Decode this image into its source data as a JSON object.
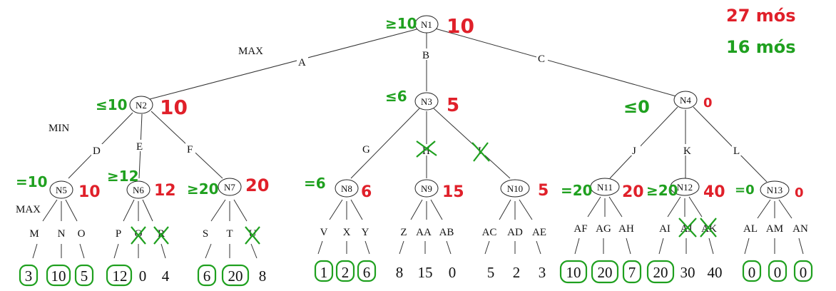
{
  "colors": {
    "annotation_red": "#e0202a",
    "annotation_green": "#1fa01f"
  },
  "levels": {
    "max_top": "MAX",
    "min": "MIN",
    "max_bottom": "MAX"
  },
  "legend": {
    "red_time": "27 mós",
    "green_time": "16 mós"
  },
  "root": {
    "id": "N1",
    "red": "10",
    "green": "≥10",
    "branches": [
      "A",
      "B",
      "C"
    ]
  },
  "min_nodes": [
    {
      "id": "N2",
      "red": "10",
      "green": "≤10",
      "branches": [
        "D",
        "E",
        "F"
      ]
    },
    {
      "id": "N3",
      "red": "5",
      "green": "≤6",
      "branches": [
        "G",
        "H",
        "I"
      ]
    },
    {
      "id": "N4",
      "red": "0",
      "green": "≤0",
      "branches": [
        "J",
        "K",
        "L"
      ]
    }
  ],
  "max_nodes": [
    {
      "id": "N5",
      "red": "10",
      "green": "=10",
      "branches": [
        "M",
        "N",
        "O"
      ],
      "leaves": [
        "3",
        "10",
        "5"
      ]
    },
    {
      "id": "N6",
      "red": "12",
      "green": "≥12",
      "branches": [
        "P",
        "Q",
        "R"
      ],
      "leaves": [
        "12",
        "0",
        "4"
      ]
    },
    {
      "id": "N7",
      "red": "20",
      "green": "≥20",
      "branches": [
        "S",
        "T",
        "U"
      ],
      "leaves": [
        "6",
        "20",
        "8"
      ]
    },
    {
      "id": "N8",
      "red": "6",
      "green": "=6",
      "branches": [
        "V",
        "X",
        "Y"
      ],
      "leaves": [
        "1",
        "2",
        "6"
      ]
    },
    {
      "id": "N9",
      "red": "15",
      "green": "",
      "branches": [
        "Z",
        "AA",
        "AB"
      ],
      "leaves": [
        "8",
        "15",
        "0"
      ]
    },
    {
      "id": "N10",
      "red": "5",
      "green": "",
      "branches": [
        "AC",
        "AD",
        "AE"
      ],
      "leaves": [
        "5",
        "2",
        "3"
      ]
    },
    {
      "id": "N11",
      "red": "20",
      "green": "=20",
      "branches": [
        "AF",
        "AG",
        "AH"
      ],
      "leaves": [
        "10",
        "20",
        "7"
      ]
    },
    {
      "id": "N12",
      "red": "40",
      "green": "≥20",
      "branches": [
        "AI",
        "AJ",
        "AK"
      ],
      "leaves": [
        "20",
        "30",
        "40"
      ]
    },
    {
      "id": "N13",
      "red": "0",
      "green": "=0",
      "branches": [
        "AL",
        "AM",
        "AN"
      ],
      "leaves": [
        "0",
        "0",
        "0"
      ]
    }
  ]
}
